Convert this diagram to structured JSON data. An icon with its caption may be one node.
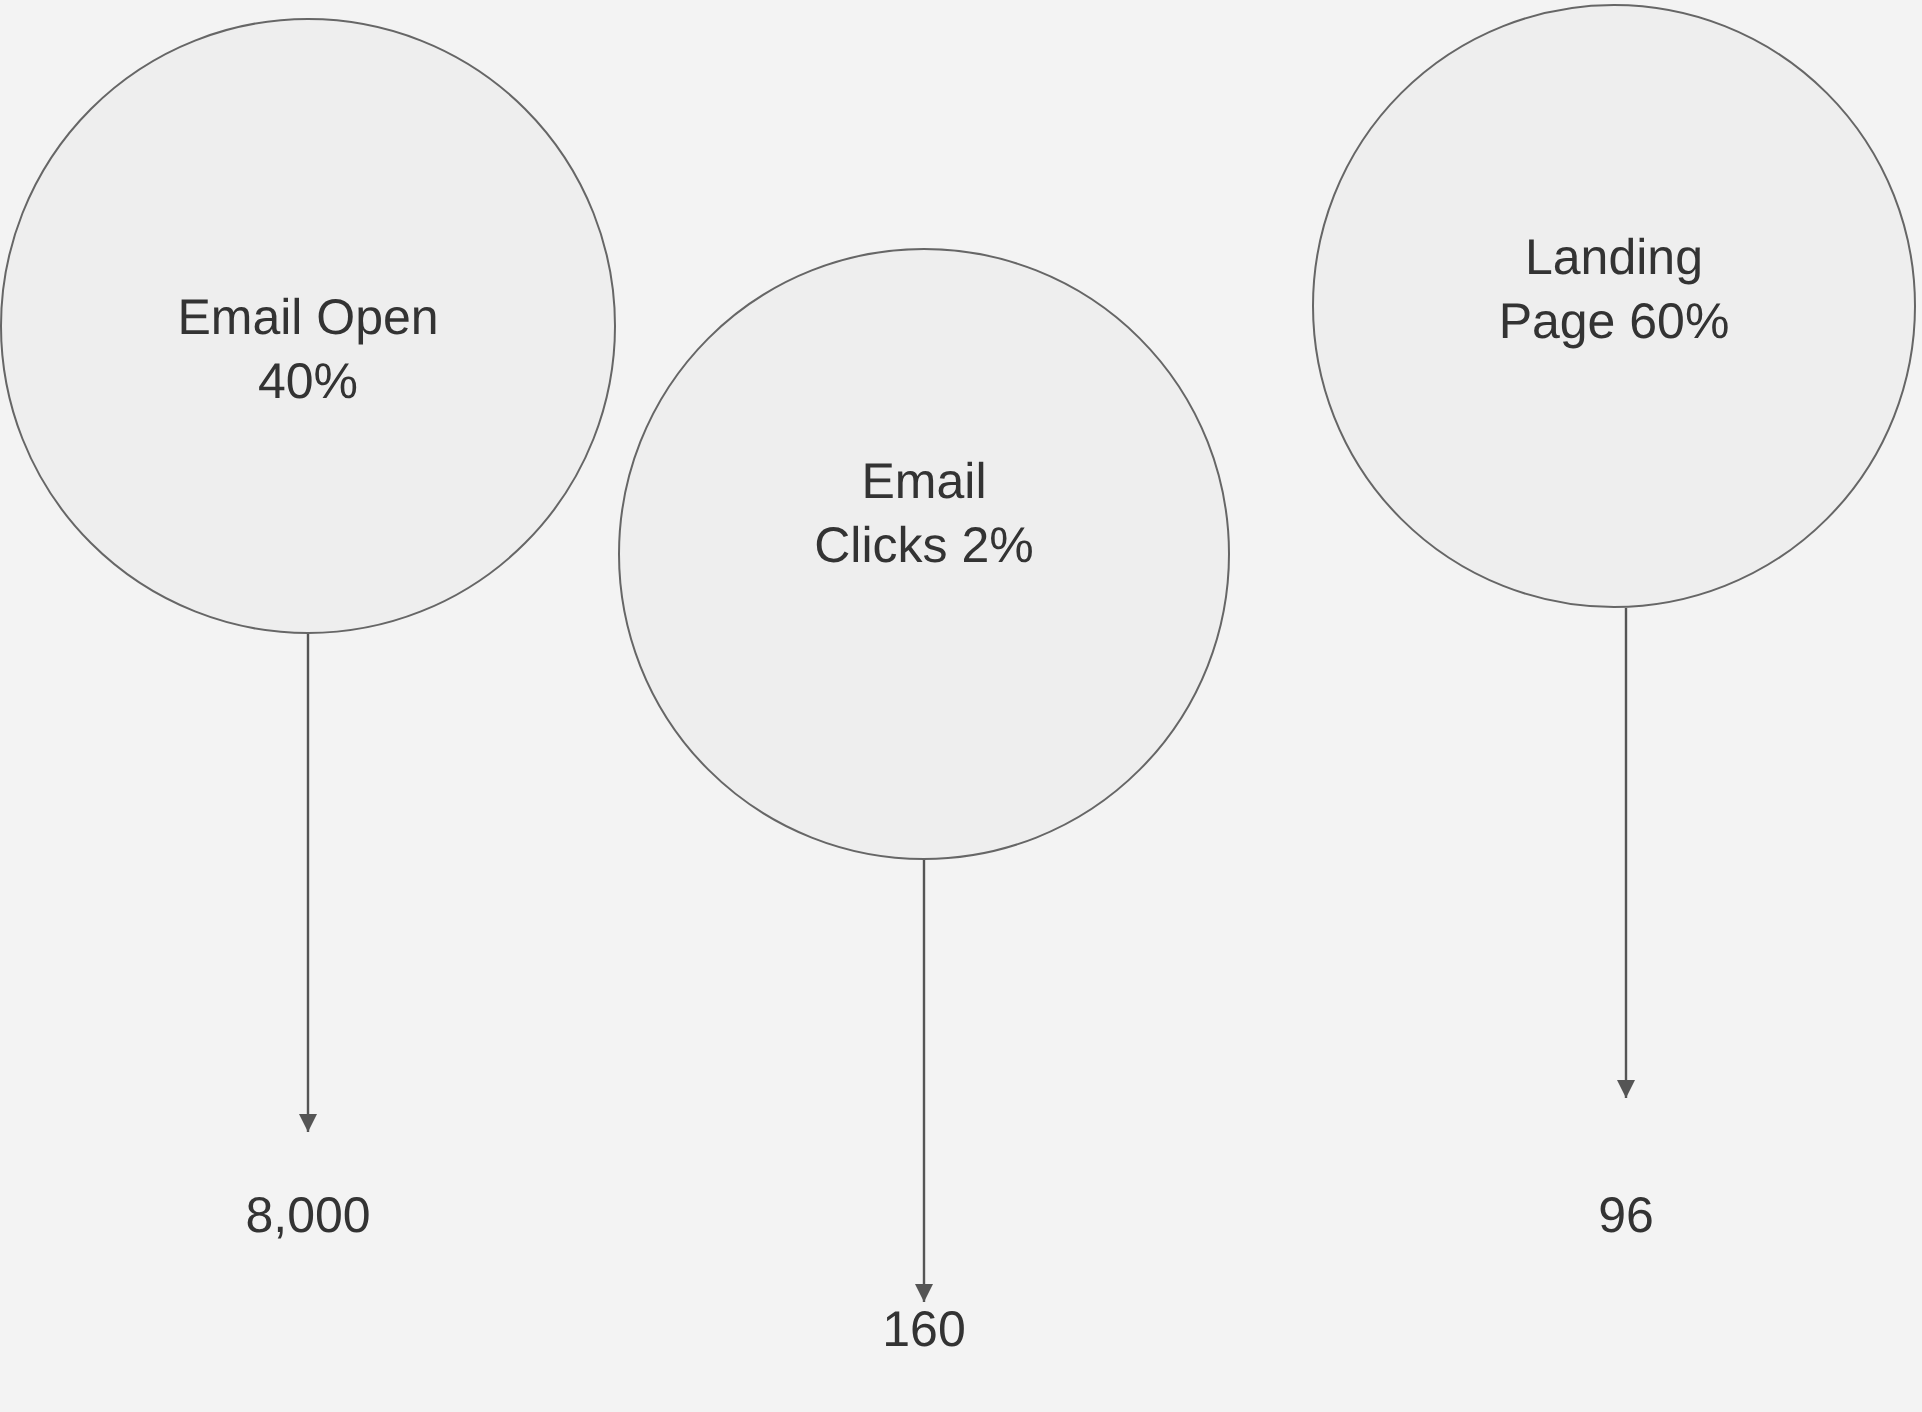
{
  "diagram": {
    "nodes": [
      {
        "text": [
          "Email Open 40%"
        ]
      },
      {
        "text": [
          "Email Clicks 2%"
        ]
      },
      {
        "text": [
          "Landing Page 60%"
        ]
      },
      {
        "text": [
          "8,000"
        ]
      },
      {
        "text": [
          "160"
        ]
      },
      {
        "text": [
          "96"
        ]
      }
    ],
    "edges": [
      {
        "from": 0,
        "to": 3,
        "arrow": "to"
      },
      {
        "from": 1,
        "to": 4,
        "arrow": "to"
      },
      {
        "from": 2,
        "to": 5,
        "arrow": "to"
      }
    ]
  }
}
